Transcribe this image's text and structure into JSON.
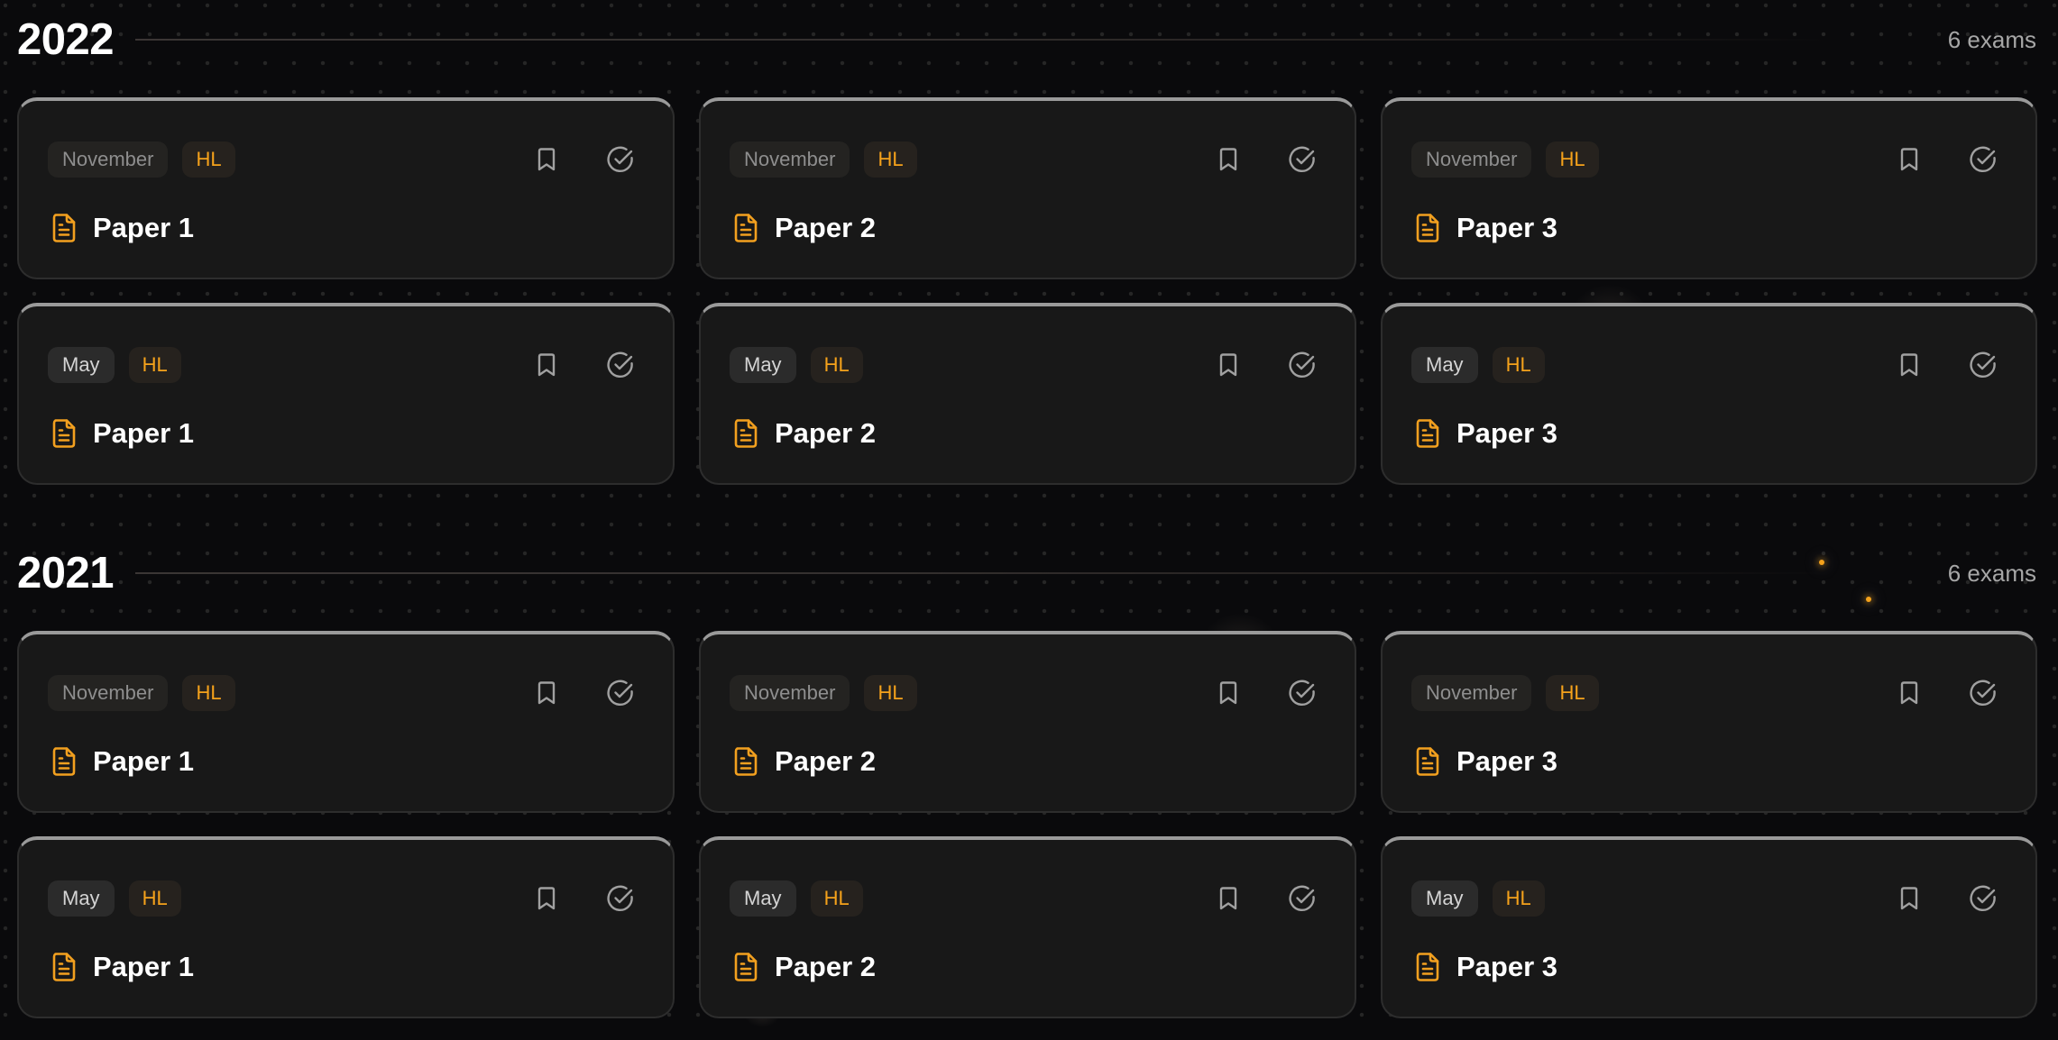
{
  "colors": {
    "background": "#0a0a0c",
    "card": "#181818",
    "accent": "#f5a21b",
    "muted_text": "#a6a6a6"
  },
  "icons": {
    "paper": "document-icon",
    "bookmark": "bookmark-icon",
    "complete": "check-circle-icon"
  },
  "sections": [
    {
      "year": "2022",
      "count_label": "6 exams",
      "exams": [
        {
          "session": "November",
          "level": "HL",
          "title": "Paper 1"
        },
        {
          "session": "November",
          "level": "HL",
          "title": "Paper 2"
        },
        {
          "session": "November",
          "level": "HL",
          "title": "Paper 3"
        },
        {
          "session": "May",
          "level": "HL",
          "title": "Paper 1"
        },
        {
          "session": "May",
          "level": "HL",
          "title": "Paper 2"
        },
        {
          "session": "May",
          "level": "HL",
          "title": "Paper 3"
        }
      ]
    },
    {
      "year": "2021",
      "count_label": "6 exams",
      "exams": [
        {
          "session": "November",
          "level": "HL",
          "title": "Paper 1"
        },
        {
          "session": "November",
          "level": "HL",
          "title": "Paper 2"
        },
        {
          "session": "November",
          "level": "HL",
          "title": "Paper 3"
        },
        {
          "session": "May",
          "level": "HL",
          "title": "Paper 1"
        },
        {
          "session": "May",
          "level": "HL",
          "title": "Paper 2"
        },
        {
          "session": "May",
          "level": "HL",
          "title": "Paper 3"
        }
      ]
    }
  ]
}
